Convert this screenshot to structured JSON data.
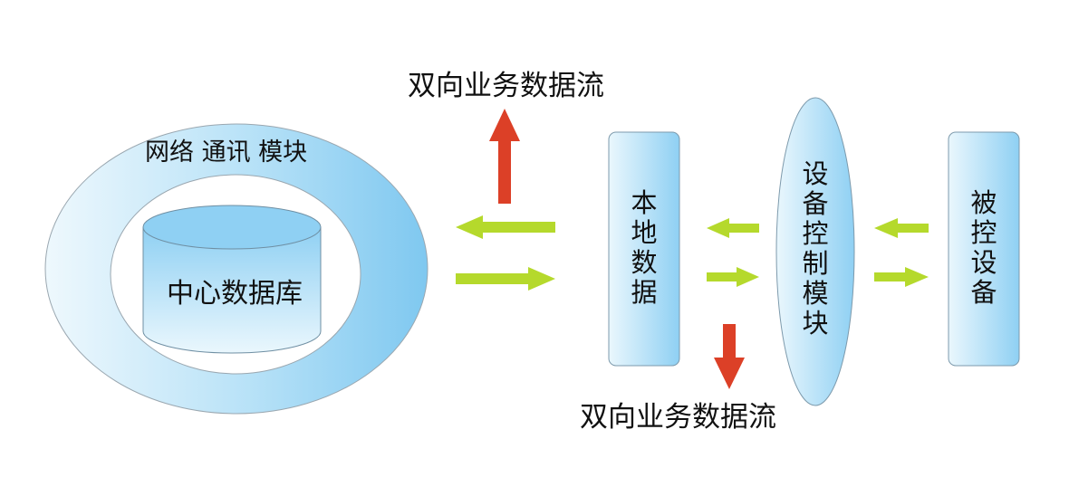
{
  "diagram": {
    "network_module": "网络 通讯 模块",
    "central_db": "中心数据库",
    "local_data": "本地数据",
    "device_control": "设备控制模块",
    "controlled_device": "被控设备",
    "flow_top": "双向业务数据流",
    "flow_bottom": "双向业务数据流"
  },
  "colors": {
    "box_blue": "#8fd0f3",
    "box_light": "#eaf7fd",
    "arrow_green": "#b5d92c",
    "arrow_red": "#dc4027"
  }
}
